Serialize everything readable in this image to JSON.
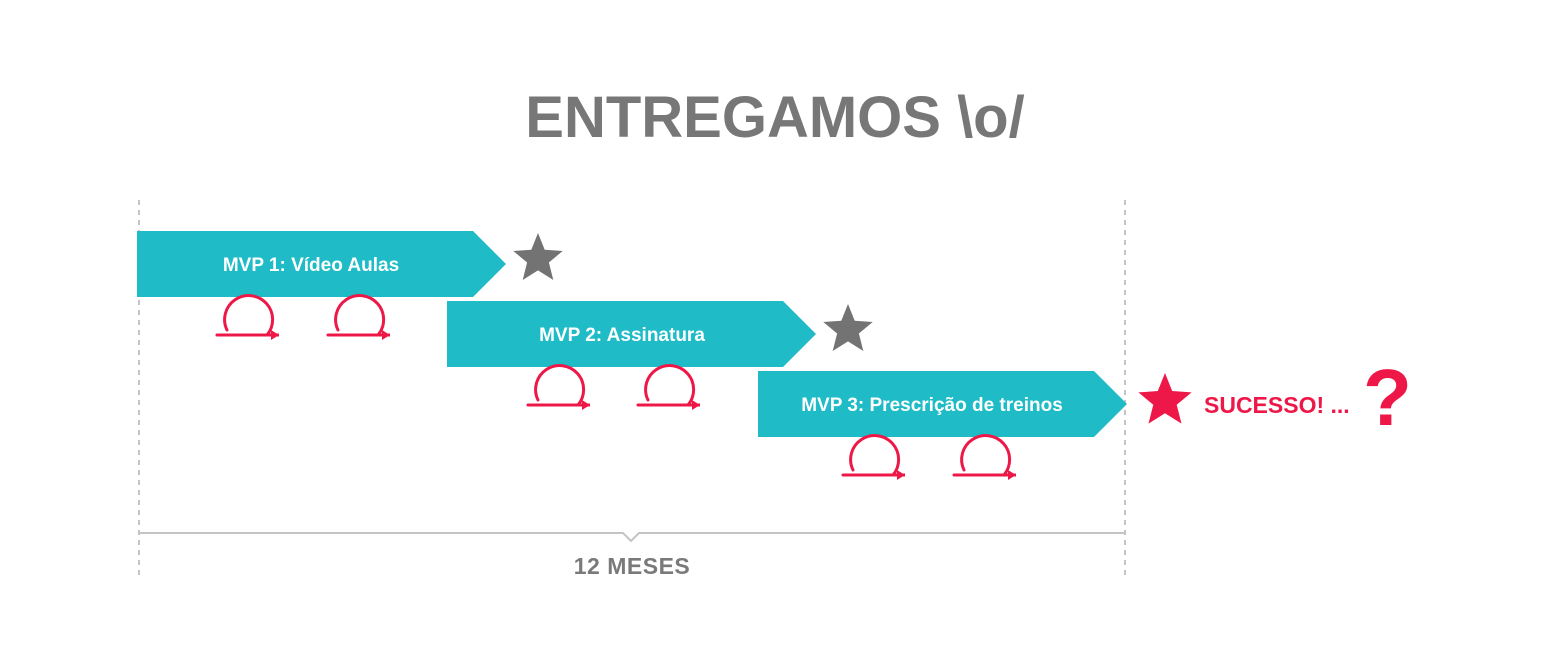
{
  "title": "ENTREGAMOS \\o/",
  "mvps": [
    {
      "label": "MVP 1: Vídeo Aulas",
      "iterations": 2
    },
    {
      "label": "MVP 2: Assinatura",
      "iterations": 2
    },
    {
      "label": "MVP 3: Prescrição de treinos",
      "iterations": 2
    }
  ],
  "duration_label": "12 MESES",
  "result_label": "SUCESSO! ...",
  "result_mark": "?",
  "icons": {
    "milestone": "star-icon",
    "iteration": "iteration-loop-icon"
  },
  "colors": {
    "bar": "#1fbcc7",
    "milestone_star": "#737373",
    "final_star": "#ee1848",
    "iteration": "#ee1848",
    "title": "#777777",
    "timeline": "#c4c4c4",
    "result": "#ee1848"
  }
}
